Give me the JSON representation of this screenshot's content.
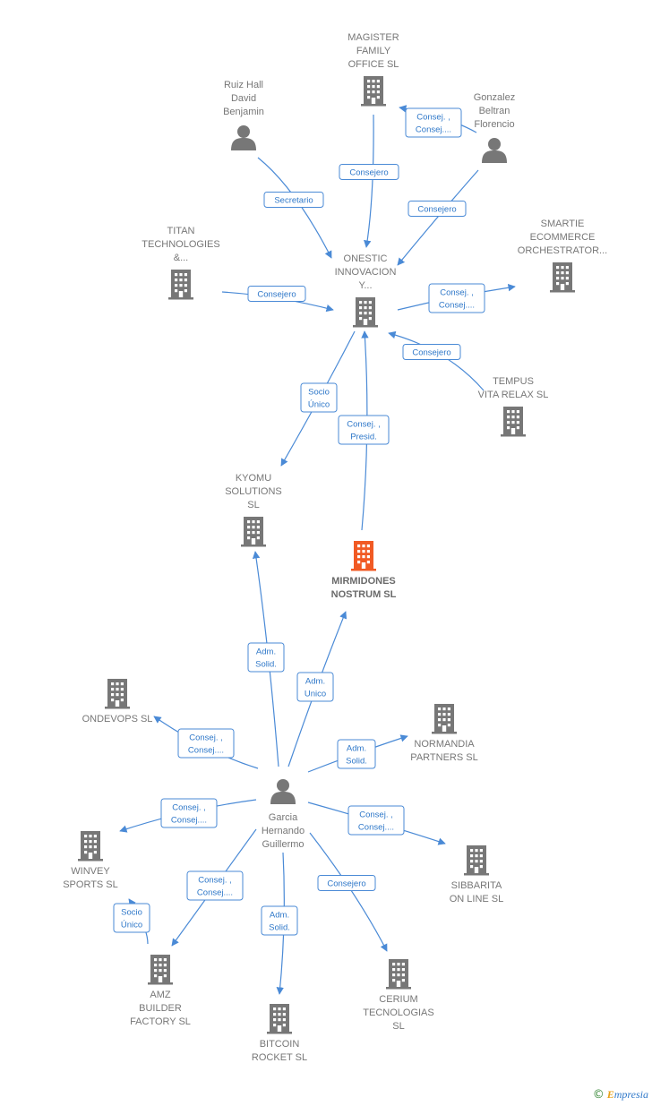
{
  "colors": {
    "edge": "#4a8ad6",
    "node": "#777777",
    "focus": "#f15a24"
  },
  "nodes": [
    {
      "id": "magister",
      "type": "company",
      "lines": [
        "MAGISTER",
        "FAMILY",
        "OFFICE SL"
      ]
    },
    {
      "id": "ruiz",
      "type": "person",
      "lines": [
        "Ruiz Hall",
        "David",
        "Benjamin"
      ]
    },
    {
      "id": "gonzalez",
      "type": "person",
      "lines": [
        "Gonzalez",
        "Beltran",
        "Florencio"
      ]
    },
    {
      "id": "titan",
      "type": "company",
      "lines": [
        "TITAN",
        "TECHNOLOGIES",
        "&..."
      ]
    },
    {
      "id": "onestic",
      "type": "company",
      "lines": [
        "ONESTIC",
        "INNOVACION",
        "Y..."
      ]
    },
    {
      "id": "smartie",
      "type": "company",
      "lines": [
        "SMARTIE",
        "ECOMMERCE",
        "ORCHESTRATOR..."
      ]
    },
    {
      "id": "tempus",
      "type": "company",
      "lines": [
        "TEMPUS",
        "VITA RELAX  SL"
      ]
    },
    {
      "id": "kyomu",
      "type": "company",
      "lines": [
        "KYOMU",
        "SOLUTIONS",
        "SL"
      ]
    },
    {
      "id": "mirmidones",
      "type": "focus",
      "lines": [
        "MIRMIDONES",
        "NOSTRUM  SL"
      ]
    },
    {
      "id": "ondevops",
      "type": "company",
      "lines": [
        "ONDEVOPS  SL"
      ]
    },
    {
      "id": "normandia",
      "type": "company",
      "lines": [
        "NORMANDIA",
        "PARTNERS  SL"
      ]
    },
    {
      "id": "garcia",
      "type": "person",
      "lines": [
        "Garcia",
        "Hernando",
        "Guillermo"
      ]
    },
    {
      "id": "winvey",
      "type": "company",
      "lines": [
        "WINVEY",
        "SPORTS  SL"
      ]
    },
    {
      "id": "sibbarita",
      "type": "company",
      "lines": [
        "SIBBARITA",
        "ON LINE  SL"
      ]
    },
    {
      "id": "amz",
      "type": "company",
      "lines": [
        "AMZ",
        "BUILDER",
        "FACTORY  SL"
      ]
    },
    {
      "id": "bitcoin",
      "type": "company",
      "lines": [
        "BITCOIN",
        "ROCKET  SL"
      ]
    },
    {
      "id": "cerium",
      "type": "company",
      "lines": [
        "CERIUM",
        "TECNOLOGIAS",
        "SL"
      ]
    }
  ],
  "edges": [
    {
      "id": "e1",
      "from": "magister",
      "to": "onestic",
      "lines": [
        "Consejero"
      ]
    },
    {
      "id": "e2",
      "from": "gonzalez",
      "to": "magister",
      "lines": [
        "Consej. ,",
        "Consej...."
      ]
    },
    {
      "id": "e3",
      "from": "ruiz",
      "to": "onestic",
      "lines": [
        "Secretario"
      ]
    },
    {
      "id": "e4",
      "from": "gonzalez",
      "to": "onestic",
      "lines": [
        "Consejero"
      ]
    },
    {
      "id": "e5",
      "from": "titan",
      "to": "onestic",
      "lines": [
        "Consejero"
      ]
    },
    {
      "id": "e6",
      "from": "onestic",
      "to": "smartie",
      "lines": [
        "Consej. ,",
        "Consej...."
      ]
    },
    {
      "id": "e7",
      "from": "tempus",
      "to": "onestic",
      "lines": [
        "Consejero"
      ]
    },
    {
      "id": "e8",
      "from": "onestic",
      "to": "kyomu",
      "lines": [
        "Socio",
        "Único"
      ]
    },
    {
      "id": "e9",
      "from": "mirmidones",
      "to": "onestic",
      "lines": [
        "Consej. ,",
        "Presid."
      ]
    },
    {
      "id": "e10",
      "from": "garcia",
      "to": "kyomu",
      "lines": [
        "Adm.",
        "Solid."
      ]
    },
    {
      "id": "e11",
      "from": "garcia",
      "to": "mirmidones",
      "lines": [
        "Adm.",
        "Unico"
      ]
    },
    {
      "id": "e12",
      "from": "garcia",
      "to": "ondevops",
      "lines": [
        "Consej. ,",
        "Consej...."
      ]
    },
    {
      "id": "e13",
      "from": "garcia",
      "to": "normandia",
      "lines": [
        "Adm.",
        "Solid."
      ]
    },
    {
      "id": "e14",
      "from": "garcia",
      "to": "winvey",
      "lines": [
        "Consej. ,",
        "Consej...."
      ]
    },
    {
      "id": "e15",
      "from": "garcia",
      "to": "sibbarita",
      "lines": [
        "Consej. ,",
        "Consej...."
      ]
    },
    {
      "id": "e16",
      "from": "garcia",
      "to": "amz",
      "lines": [
        "Consej. ,",
        "Consej...."
      ]
    },
    {
      "id": "e17",
      "from": "amz",
      "to": "winvey",
      "lines": [
        "Socio",
        "Único"
      ]
    },
    {
      "id": "e18",
      "from": "garcia",
      "to": "bitcoin",
      "lines": [
        "Adm.",
        "Solid."
      ]
    },
    {
      "id": "e19",
      "from": "garcia",
      "to": "cerium",
      "lines": [
        "Consejero"
      ]
    }
  ],
  "footer": {
    "copyright_symbol": "©",
    "brand_initial": "E",
    "brand_rest": "mpresia"
  }
}
